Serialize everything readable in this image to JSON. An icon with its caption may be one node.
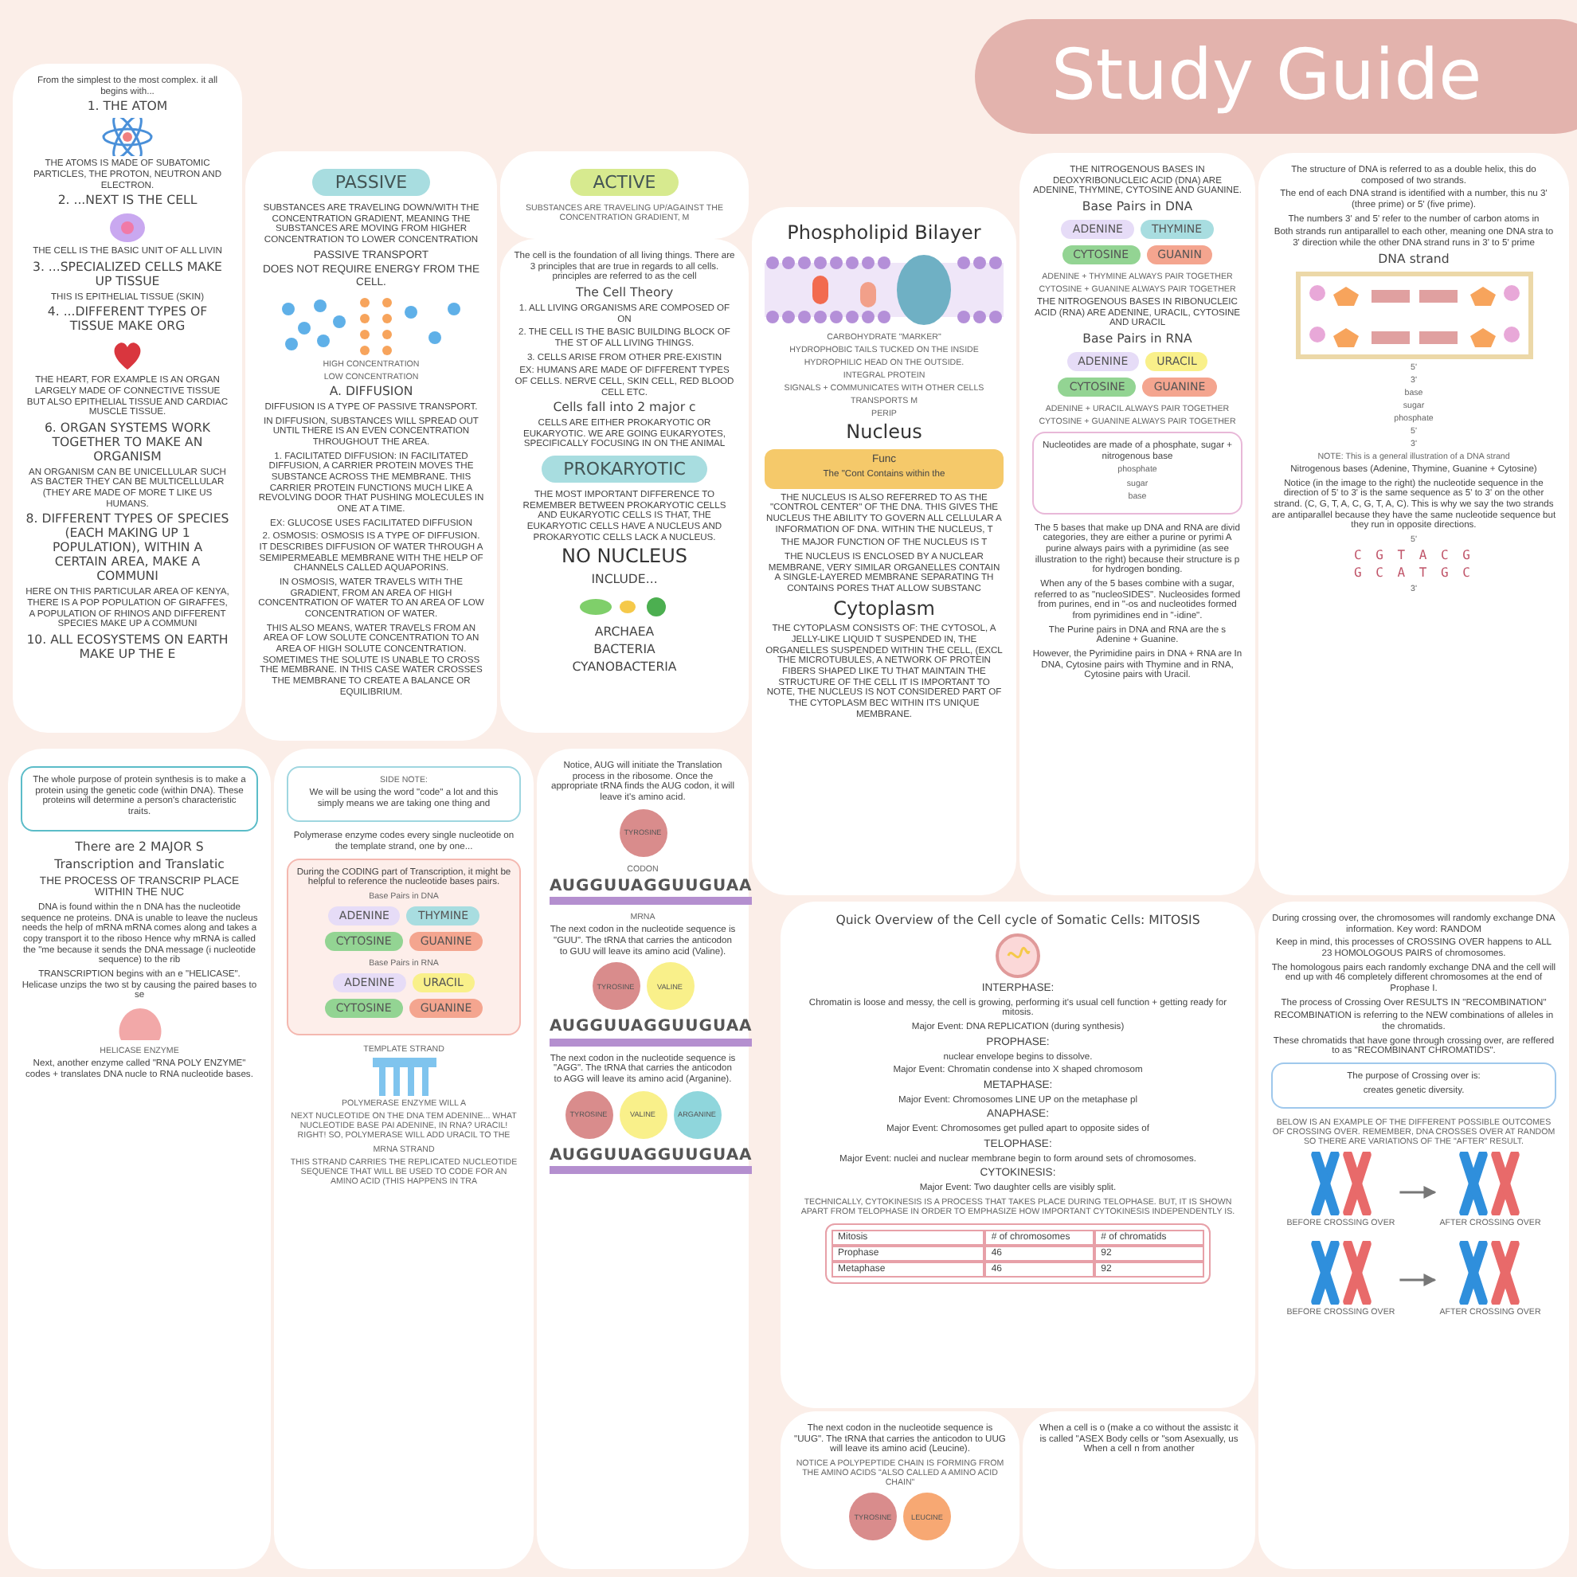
{
  "diagram": {
    "title": "Study Guide",
    "nodes": [
      {
        "text": [
          "From the simplest to the most complex. it all begins with...",
          "1. THE ATOM",
          "THE ATOMS IS MADE OF SUBATOMIC PARTICLES, THE PROTON, NEUTRON AND ELECTRON.",
          "2. ...NEXT IS THE CELL",
          "THE CELL IS THE BASIC UNIT OF ALL LIVIN",
          "3. ...SPECIALIZED CELLS MAKE UP TISSUE",
          "THIS IS EPITHELIAL TISSUE (SKIN)",
          "4. ...DIFFERENT TYPES OF TISSUE MAKE ORG",
          "THE HEART, FOR EXAMPLE IS AN ORGAN LARGELY MADE OF CONNECTIVE TISSUE BUT ALSO EPITHELIAL TISSUE AND CARDIAC MUSCLE TISSUE.",
          "6. ORGAN SYSTEMS WORK TOGETHER TO MAKE AN ORGANISM",
          "AN ORGANISM CAN BE UNICELLULAR SUCH AS BACTER THEY CAN BE MULTICELLULAR (THEY ARE MADE OF MORE T LIKE US HUMANS.",
          "8. DIFFERENT TYPES OF SPECIES (EACH MAKING UP 1 POPULATION), WITHIN A CERTAIN AREA, MAKE A COMMUNI",
          "HERE ON THIS PARTICULAR AREA OF KENYA, THERE IS A POP POPULATION OF GIRAFFES, A POPULATION OF RHINOS AND DIFFERENT SPECIES MAKE UP A COMMUNI",
          "10. ALL ECOSYSTEMS ON EARTH MAKE UP THE E"
        ]
      },
      {
        "text": [
          "SUBSTANCES ARE TRAVELING DOWN/WITH THE CONCENTRATION GRADIENT, MEANING THE SUBSTANCES ARE MOVING FROM HIGHER CONCENTRATION TO LOWER CONCENTRATION",
          "PASSIVE TRANSPORT",
          "DOES NOT REQUIRE ENERGY FROM THE CELL.",
          "HIGH CONCENTRATION",
          "LOW CONCENTRATION",
          "A. DIFFUSION",
          "DIFFUSION IS A TYPE OF PASSIVE TRANSPORT.",
          "IN DIFFUSION, SUBSTANCES WILL SPREAD OUT UNTIL THERE IS AN EVEN CONCENTRATION THROUGHOUT THE AREA.",
          "1. FACILITATED DIFFUSION: IN FACILITATED DIFFUSION, A CARRIER PROTEIN MOVES THE SUBSTANCE ACROSS THE MEMBRANE. THIS CARRIER PROTEIN FUNCTIONS MUCH LIKE A REVOLVING DOOR THAT PUSHING MOLECULES IN ONE AT A TIME.",
          "EX: GLUCOSE USES FACILITATED DIFFUSION",
          "2. OSMOSIS: OSMOSIS IS A TYPE OF DIFFUSION. IT DESCRIBES DIFFUSION OF WATER THROUGH A SEMIPERMEABLE MEMBRANE WITH THE HELP OF CHANNELS CALLED AQUAPORINS.",
          "IN OSMOSIS, WATER TRAVELS WITH THE GRADIENT, FROM AN AREA OF HIGH CONCENTRATION OF WATER TO AN AREA OF LOW CONCENTRATION OF WATER.",
          "THIS ALSO MEANS, WATER TRAVELS FROM AN AREA OF LOW SOLUTE CONCENTRATION TO AN AREA OF HIGH SOLUTE CONCENTRATION. SOMETIMES THE SOLUTE IS UNABLE TO CROSS THE MEMBRANE. IN THIS CASE WATER CROSSES THE MEMBRANE TO CREATE A BALANCE OR EQUILIBRIUM."
        ]
      },
      {
        "text": [
          "PASSIVE"
        ],
        "in": 1
      },
      {
        "text": [
          "SUBSTANCES ARE TRAVELING UP/AGAINST THE CONCENTRATION GRADIENT, M"
        ]
      },
      {
        "text": [
          "ACTIVE"
        ],
        "in": 3
      },
      {
        "text": [
          "The cell is the foundation of all living things. There are 3 principles that are true in regards to all cells. principles are referred to as the cell",
          "The Cell Theory",
          "1. ALL LIVING ORGANISMS ARE COMPOSED OF ON",
          "2. THE CELL IS THE BASIC BUILDING BLOCK OF THE ST OF ALL LIVING THINGS.",
          "3. CELLS ARISE FROM OTHER PRE-EXISTIN",
          "EX: HUMANS ARE MADE OF DIFFERENT TYPES OF CELLS. NERVE CELL, SKIN CELL, RED BLOOD CELL ETC.",
          "Cells fall into 2 major c",
          "CELLS ARE EITHER PROKARYOTIC OR EUKARYOTIC. WE ARE GOING EUKARYOTES, SPECIFICALLY FOCUSING IN ON THE ANIMAL",
          "THE MOST IMPORTANT DIFFERENCE TO REMEMBER BETWEEN PROKARYOTIC CELLS AND EUKARYOTIC CELLS IS THAT, THE EUKARYOTIC CELLS HAVE A NUCLEUS AND PROKARYOTIC CELLS LACK A NUCLEUS.",
          "NO NUCLEUS",
          "INCLUDE...",
          "ARCHAEA",
          "BACTERIA",
          "CYANOBACTERIA"
        ]
      },
      {
        "text": [
          "PROKARYOTIC"
        ],
        "in": 5
      },
      {
        "text": [
          "Phospholipid Bilayer",
          "CARBOHYDRATE \"MARKER\"",
          "HYDROPHOBIC TAILS TUCKED ON THE INSIDE",
          "HYDROPHILIC HEAD ON THE OUTSIDE.",
          "INTEGRAL PROTEIN",
          "SIGNALS + COMMUNICATES WITH OTHER CELLS",
          "TRANSPORTS M",
          "PERIP",
          "Nucleus",
          "THE NUCLEUS IS ALSO REFERRED TO AS THE \"CONTROL CENTER\" OF THE DNA. THIS GIVES THE NUCLEUS THE ABILITY TO GOVERN ALL CELLULAR A INFORMATION OF DNA. WITHIN THE NUCLEUS, T",
          "THE MAJOR FUNCTION OF THE NUCLEUS IS T",
          "THE NUCLEUS IS ENCLOSED BY A NUCLEAR MEMBRANE, VERY SIMILAR ORGANELLES CONTAIN A SINGLE-LAYERED MEMBRANE SEPARATING TH CONTAINS PORES THAT ALLOW SUBSTANC",
          "Cytoplasm",
          "THE CYTOPLASM CONSISTS OF: THE CYTOSOL, A JELLY-LIKE LIQUID T SUSPENDED IN, THE ORGANELLES SUSPENDED WITHIN THE CELL, (EXCL THE MICROTUBULES, A NETWORK OF PROTEIN FIBERS SHAPED LIKE TU THAT MAINTAIN THE STRUCTURE OF THE CELL IT IS IMPORTANT TO NOTE, THE NUCLEUS IS NOT CONSIDERED PART OF THE CYTOPLASM BEC WITHIN ITS UNIQUE MEMBRANE."
        ]
      },
      {
        "text": [
          "Func",
          "The \"Cont Contains within the"
        ],
        "in": 7
      },
      {
        "text": [
          "THE NITROGENOUS BASES IN DEOXYRIBONUCLEIC ACID (DNA) ARE ADENINE, THYMINE, CYTOSINE AND GUANINE.",
          "Base Pairs in DNA",
          "ADENINE + THYMINE ALWAYS PAIR TOGETHER",
          "CYTOSINE + GUANINE ALWAYS PAIR TOGETHER",
          "THE NITROGENOUS BASES IN RIBONUCLEIC ACID (RNA) ARE ADENINE, URACIL, CYTOSINE AND URACIL",
          "Base Pairs in RNA",
          "ADENINE + URACIL ALWAYS PAIR TOGETHER",
          "CYTOSINE + GUANINE ALWAYS PAIR TOGETHER",
          "The 5 bases that make up DNA and RNA are divid categories, they are either a purine or pyrimi A purine always pairs with a pyrimidine (as see illustration to the right) because their structure is p for hydrogen bonding.",
          "When any of the 5 bases combine with a sugar, referred to as \"nucleoSIDES\". Nucleosides formed from purines, end in \"-os and nucleotides formed from pyrimidines end in \"-idine\".",
          "The Purine pairs in DNA and RNA are the s Adenine + Guanine.",
          "However, the Pyrimidine pairs in DNA + RNA are In DNA, Cytosine pairs with Thymine and in RNA, Cytosine pairs with Uracil."
        ]
      },
      {
        "text": [
          "ADENINE"
        ],
        "in": 9
      },
      {
        "text": [
          "THYMINE"
        ],
        "in": 9
      },
      {
        "text": [
          "CYTOSINE"
        ],
        "in": 9
      },
      {
        "text": [
          "GUANIN"
        ],
        "in": 9
      },
      {
        "text": [
          "ADENINE"
        ],
        "in": 9
      },
      {
        "text": [
          "URACIL"
        ],
        "in": 9
      },
      {
        "text": [
          "CYTOSINE"
        ],
        "in": 9
      },
      {
        "text": [
          "GUANINE"
        ],
        "in": 9
      },
      {
        "text": [
          "Nucleotides are made of a phosphate, sugar + nitrogenous base",
          "phosphate",
          "sugar",
          "base"
        ],
        "in": 9
      },
      {
        "text": [
          "The structure of DNA is referred to as a double helix, this do composed of two strands.",
          "The end of each DNA strand is identified with a number, this nu 3' (three prime) or 5' (five prime).",
          "The numbers 3' and 5' refer to the number of carbon atoms in",
          "Both strands run antiparallel to each other, meaning one DNA stra to 3' direction while the other DNA strand runs in 3' to 5' prime",
          "DNA strand",
          "5'",
          "3'",
          "base",
          "sugar",
          "phosphate",
          "5'",
          "3'",
          "NOTE: This is a general illustration of a DNA strand",
          "Nitrogenous bases (Adenine, Thymine, Guanine + Cytosine)",
          "Notice (in the image to the right) the nucleotide sequence in the direction of 5' to 3' is the same sequence as 5' to 3' on the other strand. (C, G, T, A, C, G, T, A, C). This is why we say the two strands are antiparallel because they have the same nucleotide sequence but they run in opposite directions.",
          "5'",
          "C G T A C G",
          "G C A T G C",
          "3'"
        ]
      },
      {
        "text": [
          "There are 2 MAJOR S",
          "Transcription and Translatic",
          "THE PROCESS OF TRANSCRIP PLACE WITHIN THE NUC",
          "DNA is found within the n DNA has the nucleotide sequence ne proteins. DNA is unable to leave the nucleus needs the help of mRNA mRNA comes along and takes a copy transport it to the riboso Hence why mRNA is called the \"me because it sends the DNA message (i nucleotide sequence) to the rib",
          "TRANSCRIPTION begins with an e \"HELICASE\". Helicase unzips the two st by causing the paired bases to se",
          "HELICASE ENZYME",
          "Next, another enzyme called \"RNA POLY ENZYME\" codes + translates DNA nucle to RNA nucleotide bases."
        ]
      },
      {
        "text": [
          "The whole purpose of protein synthesis is to make a protein using the genetic code (within DNA). These proteins will determine a person's characteristic traits."
        ],
        "in": 20
      },
      {
        "text": [
          "Polymerase enzyme codes every single nucleotide on the template strand, one by one...",
          "TEMPLATE STRAND",
          "POLYMERASE ENZYME WILL A",
          "NEXT NUCLEOTIDE ON THE DNA TEM ADENINE... WHAT NUCLEOTIDE BASE PAI ADENINE, IN RNA? URACIL! RIGHT! SO, POLYMERASE WILL ADD URACIL TO THE",
          "MRNA STRAND",
          "THIS STRAND CARRIES THE REPLICATED NUCLEOTIDE SEQUENCE THAT WILL BE USED TO CODE FOR AN AMINO ACID (THIS HAPPENS IN TRA"
        ]
      },
      {
        "text": [
          "SIDE NOTE:",
          "We will be using the word \"code\" a lot and this simply means we are taking one thing and"
        ],
        "in": 22
      },
      {
        "text": [
          "During the CODING part of Transcription, it might be helpful to reference the nucleotide bases pairs.",
          "Base Pairs in DNA",
          "Base Pairs in RNA"
        ],
        "in": 22
      },
      {
        "text": [
          "ADENINE"
        ],
        "in": 24
      },
      {
        "text": [
          "THYMINE"
        ],
        "in": 24
      },
      {
        "text": [
          "CYTOSINE"
        ],
        "in": 24
      },
      {
        "text": [
          "GUANINE"
        ],
        "in": 24
      },
      {
        "text": [
          "ADENINE"
        ],
        "in": 24
      },
      {
        "text": [
          "URACIL"
        ],
        "in": 24
      },
      {
        "text": [
          "CYTOSINE"
        ],
        "in": 24
      },
      {
        "text": [
          "GUANINE"
        ],
        "in": 24
      },
      {
        "text": [
          "Notice, AUG will initiate the Translation process in the ribosome. Once the appropriate tRNA finds the AUG codon, it will leave it's amino acid.",
          "CODON",
          "AUGGUUAGGUUGUAA",
          "MRNA",
          "The next codon in the nucleotide sequence is \"GUU\". The tRNA that carries the anticodon to GUU will leave its amino acid (Valine).",
          "AUGGUUAGGUUGUAA",
          "The next codon in the nucleotide sequence is \"AGG\". The tRNA that carries the anticodon to AGG will leave its amino acid (Arganine).",
          "AUGGUUAGGUUGUAA"
        ]
      },
      {
        "text": [
          "TYROSINE"
        ],
        "in": 33
      },
      {
        "text": [
          "TYROSINE"
        ],
        "in": 33
      },
      {
        "text": [
          "VALINE"
        ],
        "in": 33
      },
      {
        "text": [
          "TYROSINE"
        ],
        "in": 33
      },
      {
        "text": [
          "VALINE"
        ],
        "in": 33
      },
      {
        "text": [
          "ARGANINE"
        ],
        "in": 33
      },
      {
        "text": [
          "Quick Overview of the Cell cycle of Somatic Cells: MITOSIS",
          "INTERPHASE:",
          "Chromatin is loose and messy, the cell is growing, performing it's usual cell function + getting ready for mitosis.",
          "Major Event: DNA REPLICATION (during synthesis)",
          "PROPHASE:",
          "nuclear envelope begins to dissolve.",
          "Major Event: Chromatin condense into X shaped chromosom",
          "METAPHASE:",
          "Major Event: Chromosomes LINE UP on the metaphase pl",
          "ANAPHASE:",
          "Major Event: Chromosomes get pulled apart to opposite sides of",
          "TELOPHASE:",
          "Major Event: nuclei and nuclear membrane begin to form around sets of chromosomes.",
          "CYTOKINESIS:",
          "Major Event: Two daughter cells are visibly split.",
          "TECHNICALLY, CYTOKINESIS IS A PROCESS THAT TAKES PLACE DURING TELOPHASE. BUT, IT IS SHOWN APART FROM TELOPHASE IN ORDER TO EMPHASIZE HOW IMPORTANT CYTOKINESIS INDEPENDENTLY IS."
        ]
      },
      {
        "text": [
          "Mitosis",
          "# of chromosomes",
          "# of chromatids",
          "Prophase",
          "46",
          "92",
          "Metaphase",
          "46",
          "92"
        ],
        "in": 40
      },
      {
        "text": [
          "The next codon in the nucleotide sequence is \"UUG\". The tRNA that carries the anticodon to UUG will leave its amino acid (Leucine).",
          "NOTICE A POLYPEPTIDE CHAIN IS FORMING FROM THE AMINO ACIDS \"ALSO CALLED A AMINO ACID CHAIN\""
        ]
      },
      {
        "text": [
          "TYROSINE"
        ],
        "in": 42
      },
      {
        "text": [
          "LEUCINE"
        ],
        "in": 42
      },
      {
        "text": [
          "When a cell is o (make a co without the assistc it is called \"ASEX Body cells or \"som Asexually, us When a cell n from another"
        ]
      },
      {
        "text": [
          "During crossing over, the chromosomes will randomly exchange DNA information. Key word: RANDOM",
          "Keep in mind, this processes of CROSSING OVER happens to ALL 23 HOMOLOGOUS PAIRS of chromosomes.",
          "The homologous pairs each randomly exchange DNA and the cell will end up with 46 completely different chromosomes at the end of Prophase I.",
          "The process of Crossing Over RESULTS IN \"RECOMBINATION\"",
          "RECOMBINATION is referring to the NEW combinations of alleles in the chromatids.",
          "These chromatids that have gone through crossing over, are reffered to as \"RECOMBINANT CHROMATIDS\".",
          "BELOW IS AN EXAMPLE OF THE DIFFERENT POSSIBLE OUTCOMES OF CROSSING OVER. REMEMBER, DNA CROSSES OVER AT RANDOM SO THERE ARE VARIATIONS OF THE \"AFTER\" RESULT."
        ]
      },
      {
        "text": [
          "The purpose of Crossing over is:",
          "creates genetic diversity."
        ],
        "in": 46
      },
      {
        "text": [
          "BEFORE CROSSING OVER"
        ],
        "in": 46
      },
      {
        "text": [
          "AFTER CROSSING OVER"
        ],
        "in": 46
      },
      {
        "text": [
          "BEFORE CROSSING OVER"
        ],
        "in": 46
      },
      {
        "text": [
          "AFTER CROSSING OVER"
        ],
        "in": 46
      }
    ],
    "edges": [
      {
        "from": 48,
        "to": 49,
        "arrow": "to"
      },
      {
        "from": 50,
        "to": 51,
        "arrow": "to"
      }
    ]
  }
}
